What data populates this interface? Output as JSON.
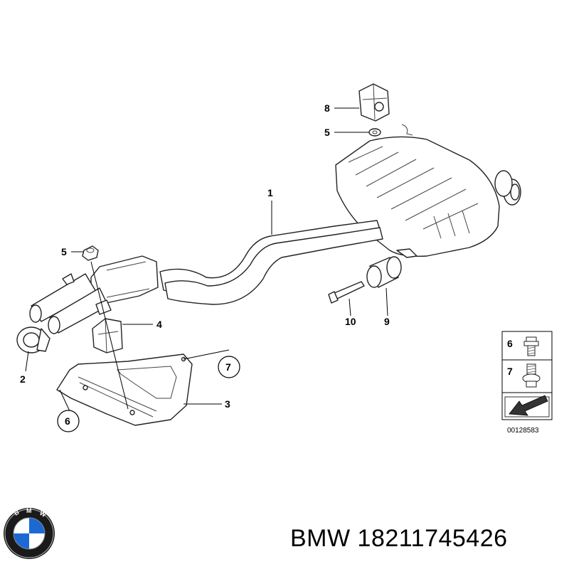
{
  "callouts": {
    "c1": "1",
    "c2": "2",
    "c3": "3",
    "c4": "4",
    "c5a": "5",
    "c5b": "5",
    "c6": "6",
    "c7": "7",
    "c8": "8",
    "c9": "9",
    "c10": "10"
  },
  "legend": {
    "item6": "6",
    "item7": "7"
  },
  "diagram_number": "00128583",
  "caption": {
    "brand": "BMW",
    "part_number": "18211745426"
  },
  "colors": {
    "logo_blue": "#1c69d4",
    "logo_ring": "#1a1a1a"
  }
}
